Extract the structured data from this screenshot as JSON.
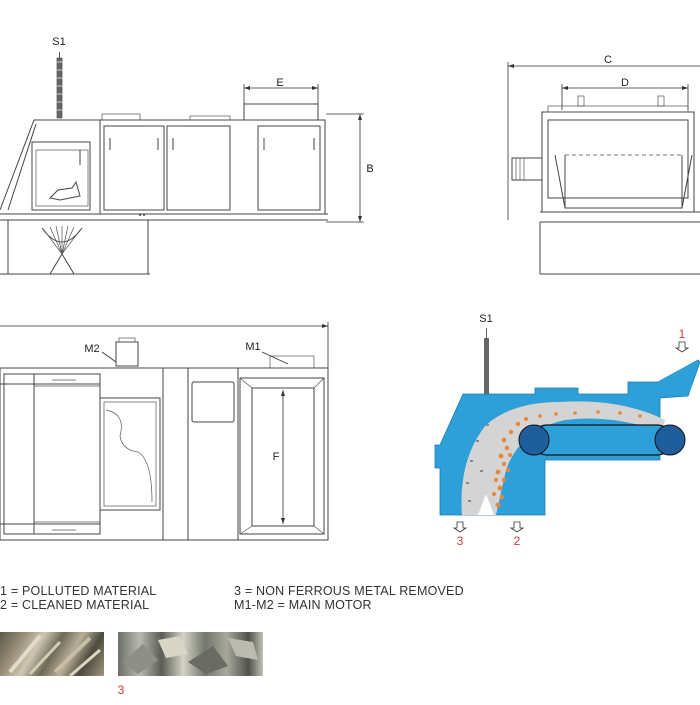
{
  "labels": {
    "s1_top": "S1",
    "c": "C",
    "d": "D",
    "e": "E",
    "b": "B",
    "m2": "M2",
    "m1": "M1",
    "f": "F",
    "s1_section": "S1",
    "flow_1": "1",
    "flow_2": "2",
    "flow_3": "3",
    "photo_3": "3"
  },
  "legend": {
    "item_1": "1 = POLLUTED MATERIAL",
    "item_2": "2 = CLEANED MATERIAL",
    "item_3": "3 = NON FERROUS METAL REMOVED",
    "item_m": "M1-M2 = MAIN MOTOR"
  },
  "colors": {
    "machine_blue": "#2d9fd9",
    "material_gray": "#d4d4d4",
    "ferrous_orange": "#e8873a",
    "flow_red": "#d8383a",
    "drum_blue": "#1f5e9c"
  }
}
